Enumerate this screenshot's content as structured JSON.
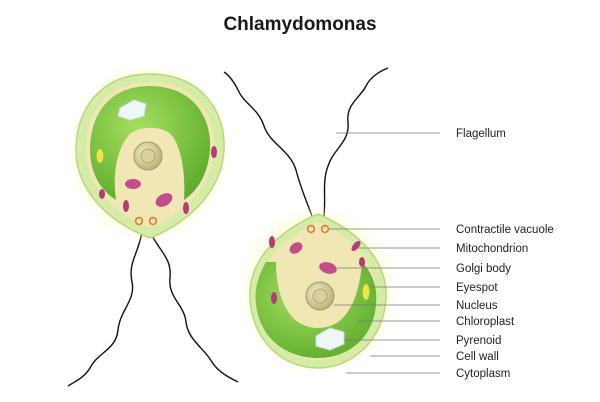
{
  "title": "Chlamydomonas",
  "labels": [
    {
      "key": "flagellum",
      "text": "Flagellum"
    },
    {
      "key": "contractile_vacuole",
      "text": "Contractile vacuole"
    },
    {
      "key": "mitochondrion",
      "text": "Mitochondrion"
    },
    {
      "key": "golgi_body",
      "text": "Golgi body"
    },
    {
      "key": "eyespot",
      "text": "Eyespot"
    },
    {
      "key": "nucleus",
      "text": "Nucleus"
    },
    {
      "key": "chloroplast",
      "text": "Chloroplast"
    },
    {
      "key": "pyrenoid",
      "text": "Pyrenoid"
    },
    {
      "key": "cell_wall",
      "text": "Cell wall"
    },
    {
      "key": "cytoplasm",
      "text": "Cytoplasm"
    }
  ],
  "colors": {
    "chloroplast": "#8fd14f",
    "chloroplast_dark": "#5fae2e",
    "cytoplasm": "#f1e7b5",
    "cell_wall": "#cfe8a0",
    "nucleus": "#e6e0a8",
    "mitochondrion": "#b43a78",
    "eyespot": "#f0e24a",
    "vacuole": "#e07a3a",
    "pyrenoid": "#e8f2f6",
    "flagellum": "#111111"
  }
}
